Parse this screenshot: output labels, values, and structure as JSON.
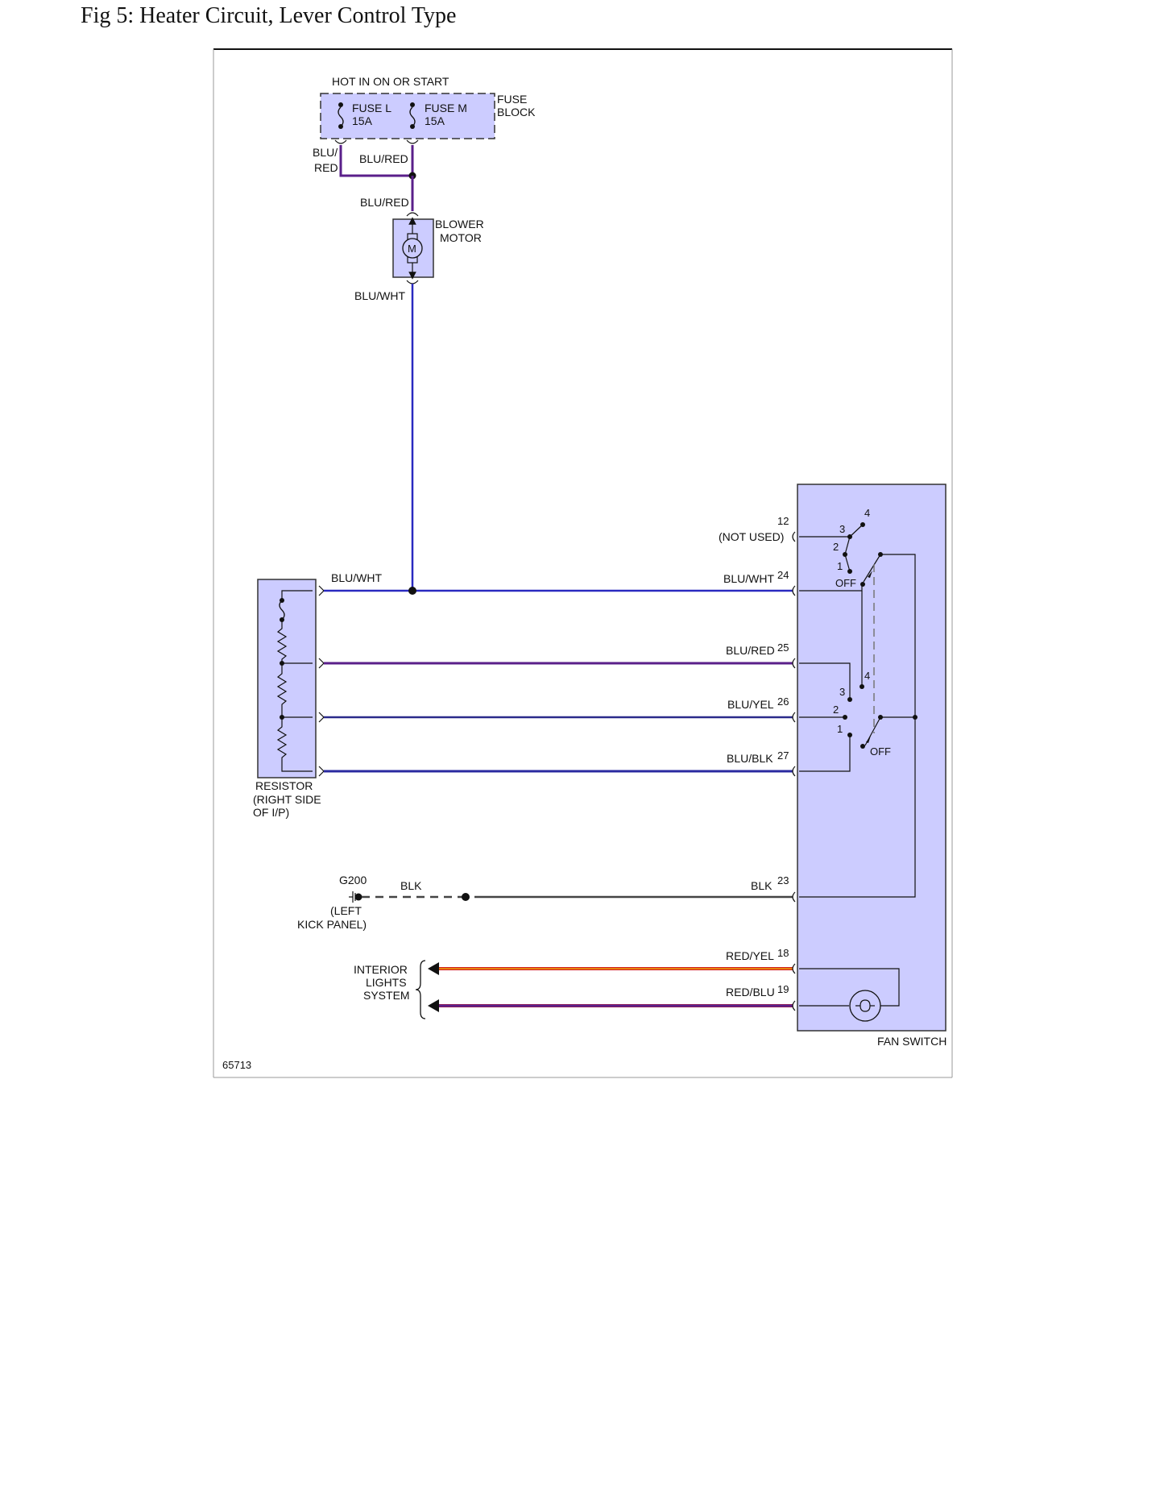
{
  "page": {
    "title": "Fig 5: Heater Circuit, Lever Control Type"
  },
  "colors": {
    "component_fill": "#ccccff",
    "wire_blu_red": "#5a1f8a",
    "wire_blu": "#2a2ac0",
    "wire_blk": "#444444",
    "wire_red_yel": "#d11f1f",
    "wire_red_yel_stripe": "#f2c200",
    "wire_red_blu": "#8a1a5a"
  },
  "fuse_block": {
    "header": "HOT IN ON OR START",
    "label_line1": "FUSE",
    "label_line2": "BLOCK",
    "fuses": [
      {
        "name": "FUSE L",
        "rating": "15A"
      },
      {
        "name": "FUSE M",
        "rating": "15A"
      }
    ]
  },
  "wires": {
    "fuse_l_out_line1": "BLU/",
    "fuse_l_out_line2": "RED",
    "fuse_m_out": "BLU/RED",
    "motor_in": "BLU/RED",
    "motor_out": "BLU/WHT",
    "resistor_feed": "BLU/WHT",
    "ground": "BLK"
  },
  "blower_motor": {
    "line1": "BLOWER",
    "line2": "MOTOR",
    "symbol": "M"
  },
  "resistor": {
    "line1": "RESISTOR",
    "line2": "(RIGHT SIDE",
    "line3": "OF I/P)"
  },
  "ground": {
    "name": "G200",
    "loc_line1": "(LEFT",
    "loc_line2": "KICK PANEL)"
  },
  "interior_lights": {
    "line1": "INTERIOR",
    "line2": "LIGHTS",
    "line3": "SYSTEM"
  },
  "fan_switch": {
    "name": "FAN SWITCH",
    "not_used": "(NOT USED)",
    "pins": [
      {
        "pin": "12",
        "wire": ""
      },
      {
        "pin": "24",
        "wire": "BLU/WHT"
      },
      {
        "pin": "25",
        "wire": "BLU/RED"
      },
      {
        "pin": "26",
        "wire": "BLU/YEL"
      },
      {
        "pin": "27",
        "wire": "BLU/BLK"
      },
      {
        "pin": "23",
        "wire": "BLK"
      },
      {
        "pin": "18",
        "wire": "RED/YEL"
      },
      {
        "pin": "19",
        "wire": "RED/BLU"
      }
    ],
    "positions": [
      "1",
      "2",
      "3",
      "4"
    ],
    "off": "OFF"
  },
  "figure_code": "65713"
}
